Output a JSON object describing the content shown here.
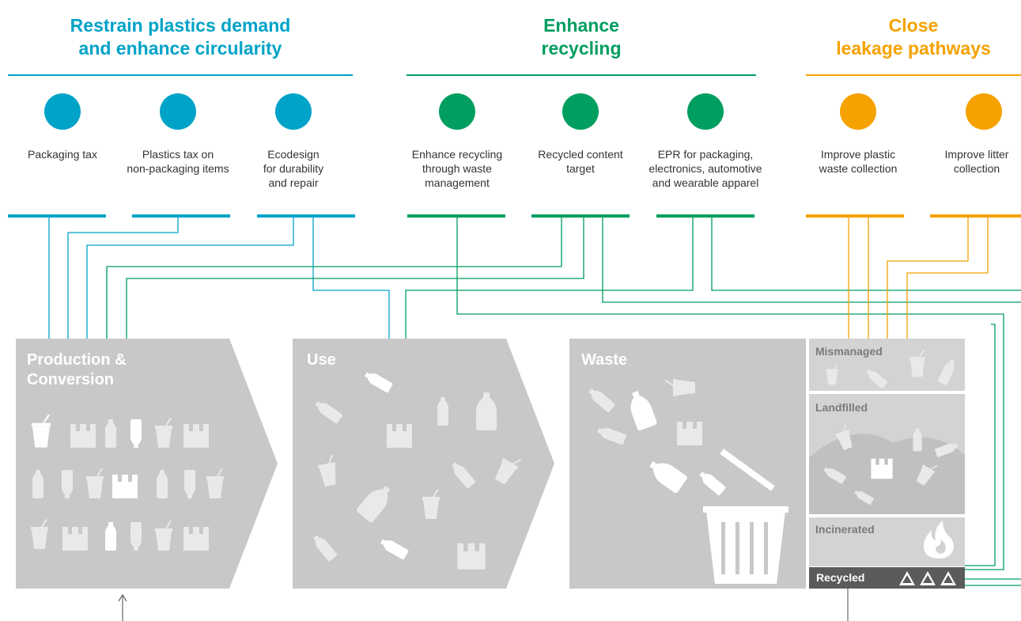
{
  "colors": {
    "blue": "#00a3c8",
    "green": "#009e5f",
    "orange": "#f5a200",
    "stage_gray": "#c8c8c8",
    "icon_light": "#e9e9e9",
    "fate_bg": "#d3d3d3",
    "recycled_bg": "#5b5b5b",
    "arrow": "#666666"
  },
  "groups": [
    {
      "title_line1": "Restrain plastics demand",
      "title_line2": "and enhance circularity"
    },
    {
      "title_line1": "Enhance",
      "title_line2": "recycling"
    },
    {
      "title_line1": "Close",
      "title_line2": "leakage pathways"
    }
  ],
  "policies": [
    {
      "lines": [
        "Packaging tax"
      ]
    },
    {
      "lines": [
        "Plastics tax on",
        "non-packaging items"
      ]
    },
    {
      "lines": [
        "Ecodesign",
        "for durability",
        "and repair"
      ]
    },
    {
      "lines": [
        "Enhance recycling",
        "through waste",
        "management"
      ]
    },
    {
      "lines": [
        "Recycled content",
        "target"
      ]
    },
    {
      "lines": [
        "EPR for packaging,",
        "electronics, automotive",
        "and wearable apparel"
      ]
    },
    {
      "lines": [
        "Improve plastic",
        "waste collection"
      ]
    },
    {
      "lines": [
        "Improve litter",
        "collection"
      ]
    }
  ],
  "stages": {
    "production_line1": "Production &",
    "production_line2": "Conversion",
    "use": "Use",
    "waste": "Waste"
  },
  "fates": {
    "mismanaged": "Mismanaged",
    "landfilled": "Landfilled",
    "incinerated": "Incinerated",
    "recycled": "Recycled"
  },
  "icons": {
    "recycle": "recycle-icon",
    "flame": "flame-icon",
    "trash_bin": "trash-bin-icon",
    "bottle": "bottle-icon",
    "cup": "cup-icon",
    "bag": "bag-icon"
  }
}
